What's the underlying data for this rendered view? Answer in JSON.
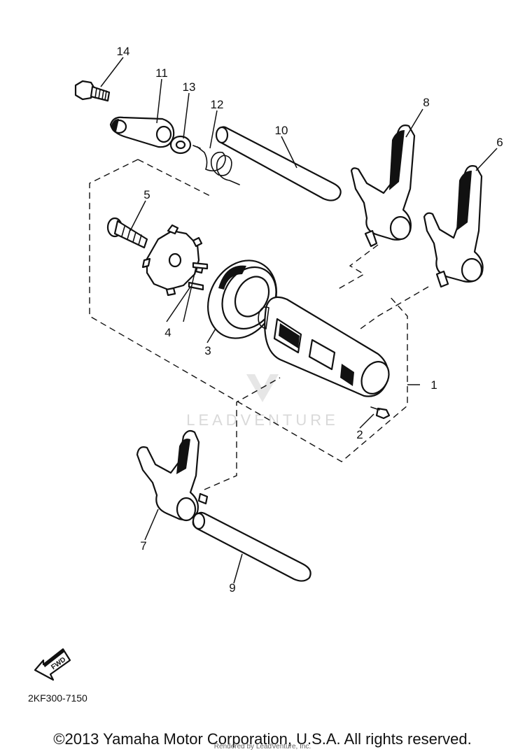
{
  "diagram": {
    "callouts": {
      "c1": "1",
      "c2": "2",
      "c3": "3",
      "c4": "4",
      "c5": "5",
      "c6": "6",
      "c7": "7",
      "c8": "8",
      "c9": "9",
      "c10": "10",
      "c11": "11",
      "c12": "12",
      "c13": "13",
      "c14": "14"
    },
    "fwd_label": "FWD",
    "watermark": "LEADVENTURE",
    "diagram_code": "2KF300-7150"
  },
  "footer": {
    "copyright": "©2013 Yamaha Motor Corporation, U.S.A. All rights reserved.",
    "rendered_by": "Rendered by LeadVenture, Inc."
  }
}
